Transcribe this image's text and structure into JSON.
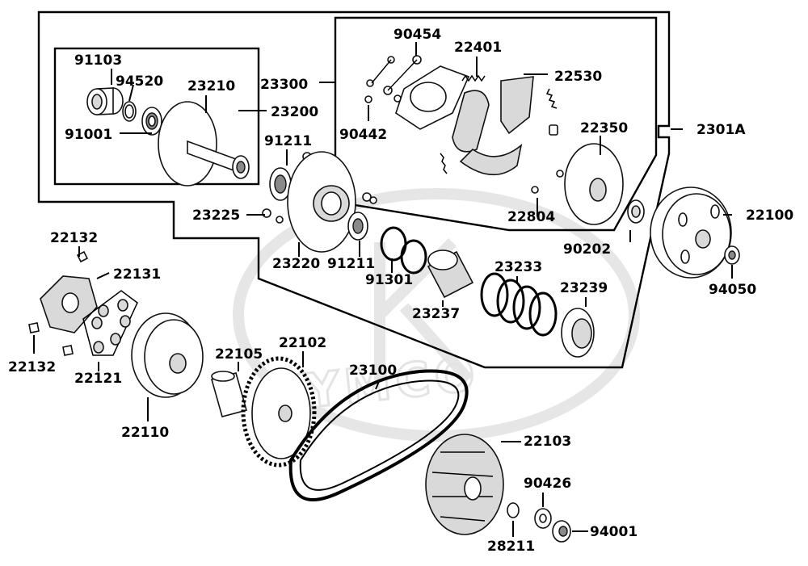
{
  "watermark": {
    "text": "KYMCO"
  },
  "labels": {
    "p91103": "91103",
    "p94520": "94520",
    "p23210": "23210",
    "p91001": "91001",
    "p23200": "23200",
    "p23300": "23300",
    "p90454": "90454",
    "p22401": "22401",
    "p22530": "22530",
    "p90442": "90442",
    "p22350": "22350",
    "p2301A": "2301A",
    "p91211a": "91211",
    "p23225": "23225",
    "p22804": "22804",
    "p90202": "90202",
    "p22100": "22100",
    "p23220": "23220",
    "p91211b": "91211",
    "p23233": "23233",
    "p94050": "94050",
    "p22132a": "22132",
    "p22131": "22131",
    "p91301": "91301",
    "p23239": "23239",
    "p23237": "23237",
    "p22102": "22102",
    "p22105": "22105",
    "p22132b": "22132",
    "p22121": "22121",
    "p23100": "23100",
    "p22110": "22110",
    "p22103": "22103",
    "p90426": "90426",
    "p94001": "94001",
    "p28211": "28211"
  }
}
